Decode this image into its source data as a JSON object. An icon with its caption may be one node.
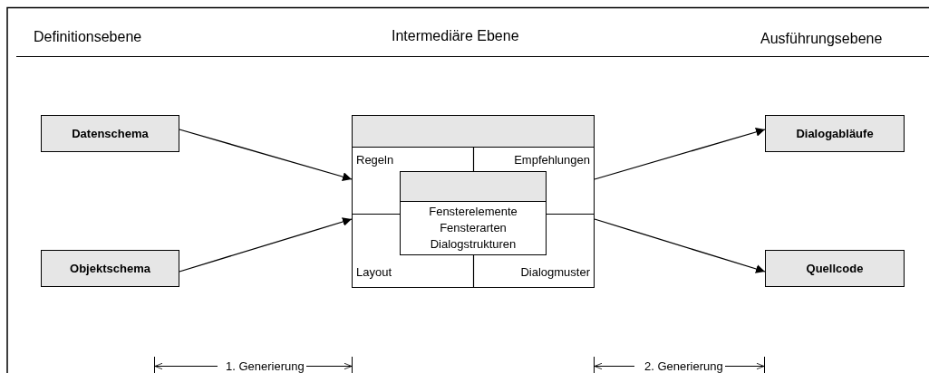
{
  "diagram": {
    "nodes": [
      {
        "text": [
          "Datenschema"
        ]
      },
      {
        "text": [
          "Objektschema"
        ]
      },
      {
        "text": [
          "Regeln",
          "Empfehlungen",
          "Layout",
          "Dialogmuster"
        ]
      },
      {
        "text": [
          "Fensterelemente",
          "Fensterarten",
          "Dialogstrukturen"
        ],
        "in": 2
      },
      {
        "text": [
          "Dialogabläufe"
        ]
      },
      {
        "text": [
          "Quellcode"
        ]
      }
    ],
    "edges": [
      {
        "from": 0,
        "to": 2,
        "arrow": "to"
      },
      {
        "from": 1,
        "to": 2,
        "arrow": "to"
      },
      {
        "from": 2,
        "to": 4,
        "arrow": "to"
      },
      {
        "from": 2,
        "to": 5,
        "arrow": "to"
      }
    ],
    "labels": [
      "Definitionsebene",
      "Intermediäre Ebene",
      "Ausführungsebene",
      "1. Generierung",
      "2. Generierung"
    ]
  }
}
